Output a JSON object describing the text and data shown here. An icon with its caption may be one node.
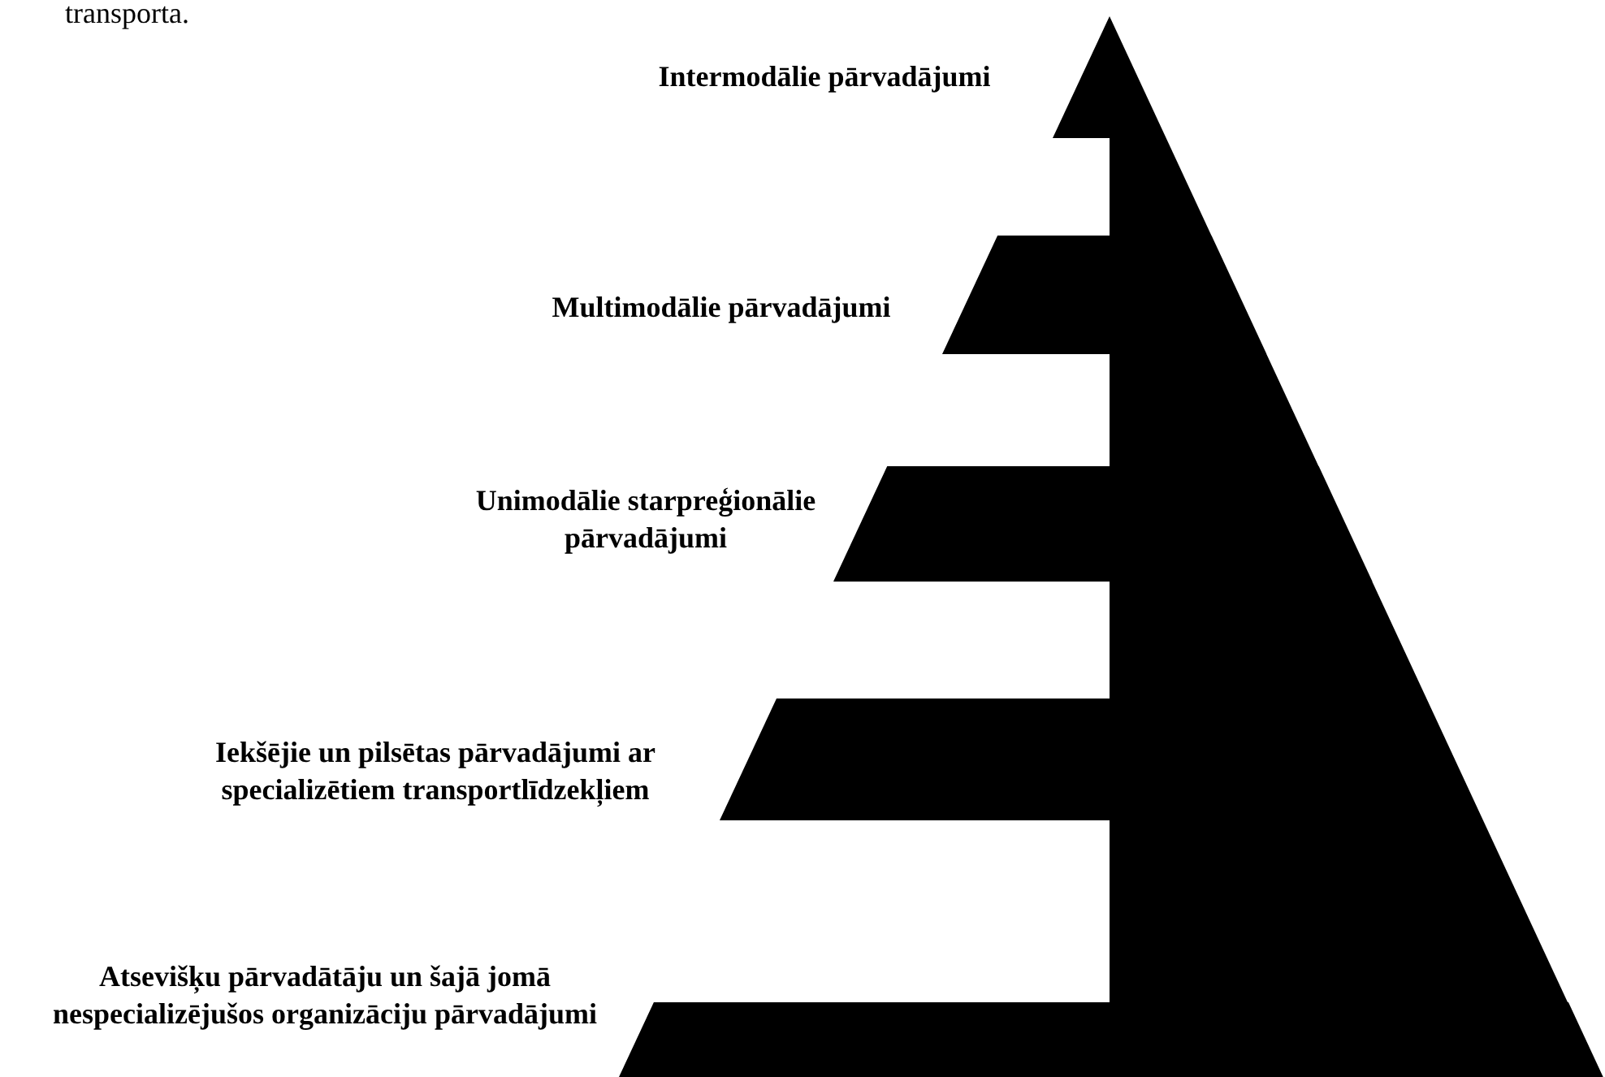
{
  "diagram": {
    "nodes": [
      {
        "text": [],
        "shape": "bar",
        "beside": [
          "Intermodālie pārvadājumi"
        ]
      },
      {
        "text": [],
        "shape": "bar",
        "beside": [
          "Multimodālie pārvadājumi"
        ]
      },
      {
        "text": [],
        "shape": "bar",
        "beside": [
          "Unimodālie starpreģionālie pārvadājumi"
        ]
      },
      {
        "text": [],
        "shape": "bar",
        "beside": [
          "Iekšējie un pilsētas pārvadājumi ar specializētiem transportlīdzekļiem"
        ]
      },
      {
        "text": [],
        "shape": "bar",
        "beside": [
          "Atsevišķu pārvadātāju un šajā jomā nespecializējušos organizāciju pārvadājumi"
        ]
      }
    ],
    "edges": [],
    "labels": [
      "transporta."
    ]
  }
}
